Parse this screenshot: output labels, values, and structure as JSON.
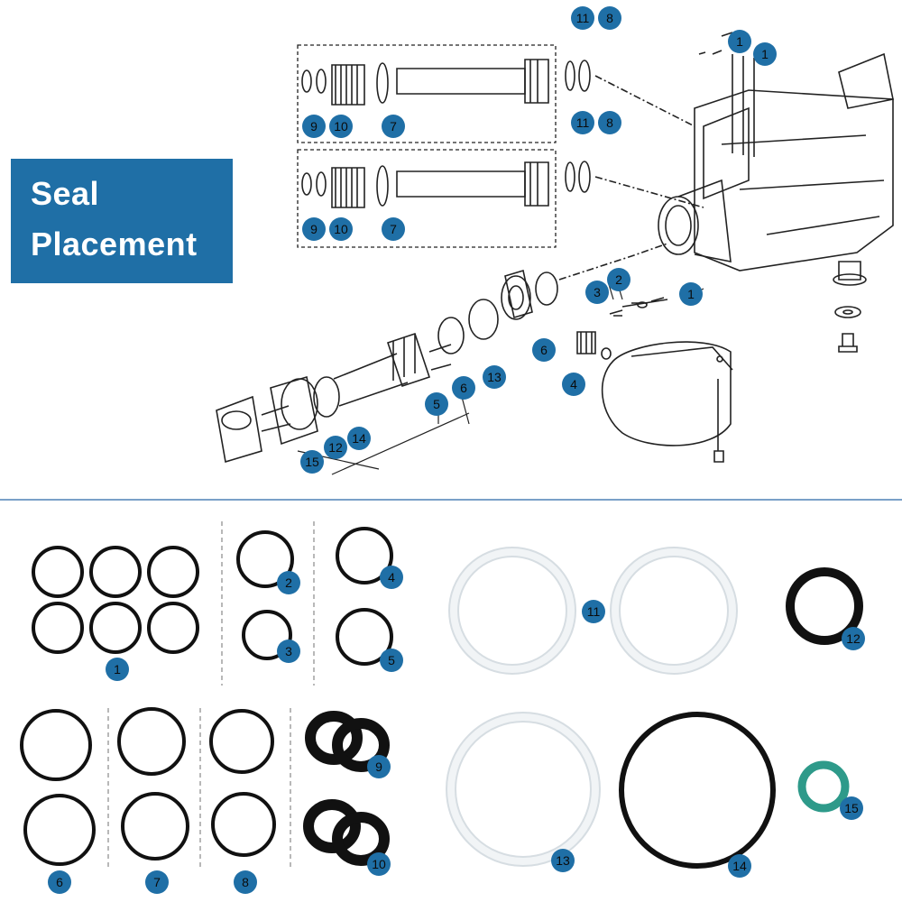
{
  "title": {
    "line1": "Seal",
    "line2": "Placement"
  },
  "colors": {
    "badge": "#1f6fa6",
    "title_bg": "#1f6fa6",
    "divider": "#7aa0c8",
    "teflon": "#e8eef2",
    "oring": "#111111",
    "green_seal": "#2e9a8a"
  },
  "diagram_labels": {
    "b11a": "11",
    "b8a": "8",
    "b1a": "1",
    "b1b": "1",
    "b9a": "9",
    "b10a": "10",
    "b7a": "7",
    "b11b": "11",
    "b8b": "8",
    "b9b": "9",
    "b10b": "10",
    "b7b": "7",
    "b3": "3",
    "b2": "2",
    "b1c": "1",
    "b6a": "6",
    "b4": "4",
    "b5": "5",
    "b6b": "6",
    "b13": "13",
    "b15": "15",
    "b12": "12",
    "b14": "14"
  },
  "part_labels": {
    "p1": "1",
    "p2": "2",
    "p3": "3",
    "p4": "4",
    "p5": "5",
    "p6": "6",
    "p7": "7",
    "p8": "8",
    "p9": "9",
    "p10": "10",
    "p11": "11",
    "p12": "12",
    "p13": "13",
    "p14": "14",
    "p15": "15"
  }
}
